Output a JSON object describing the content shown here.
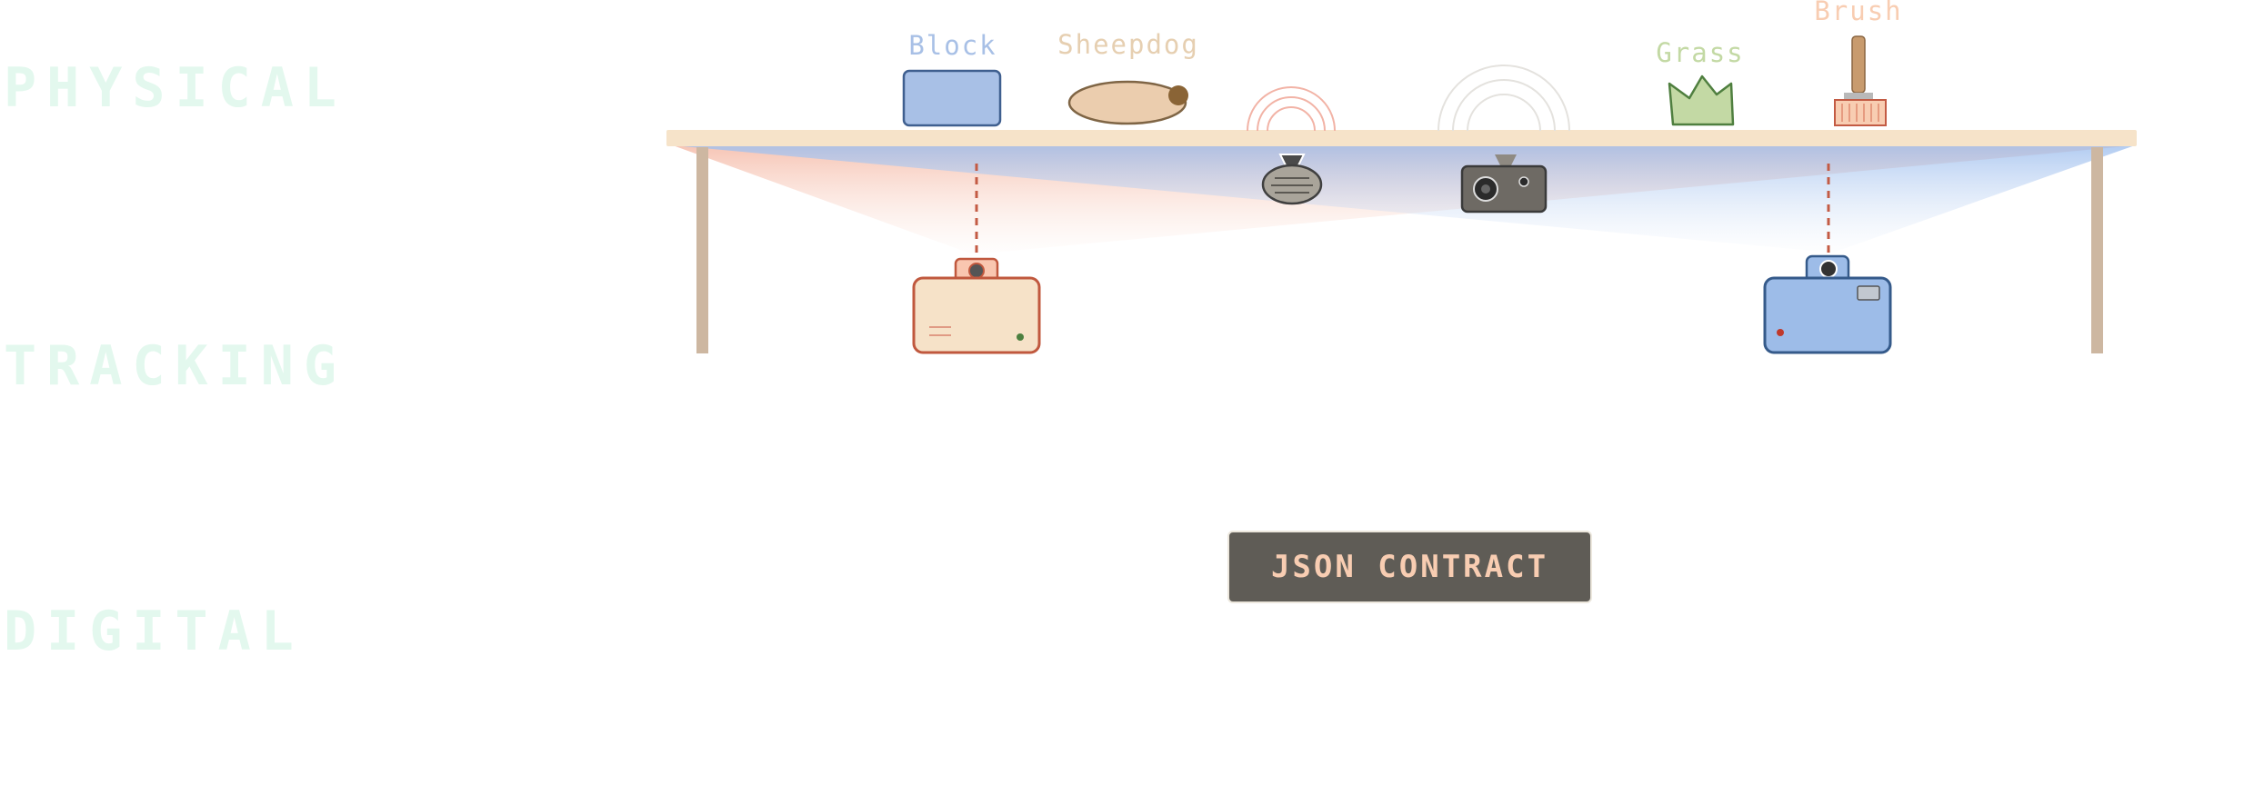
{
  "layers": {
    "physical": "PHYSICAL",
    "tracking": "TRACKING",
    "digital": "DIGITAL"
  },
  "objects": {
    "block": "Block",
    "sheepdog": "Sheepdog",
    "grass": "Grass",
    "brush": "Brush"
  },
  "contract": {
    "label": "JSON CONTRACT"
  },
  "colors": {
    "layer_label": "#e3f8ee",
    "table_top": "#f6e3c9",
    "table_leg": "#cdb7a1",
    "block": "#a8c0e6",
    "sheepdog": "#ebcdae",
    "grass": "#c3d9a4",
    "brush": "#f8cdb2",
    "projector_left": "#f6e2c8",
    "projector_right": "#9dbce8",
    "contract_bg": "#5f5c56",
    "contract_text": "#f8cdb2"
  },
  "icons": [
    "wave-icon",
    "camera-icon",
    "projector-icon"
  ]
}
